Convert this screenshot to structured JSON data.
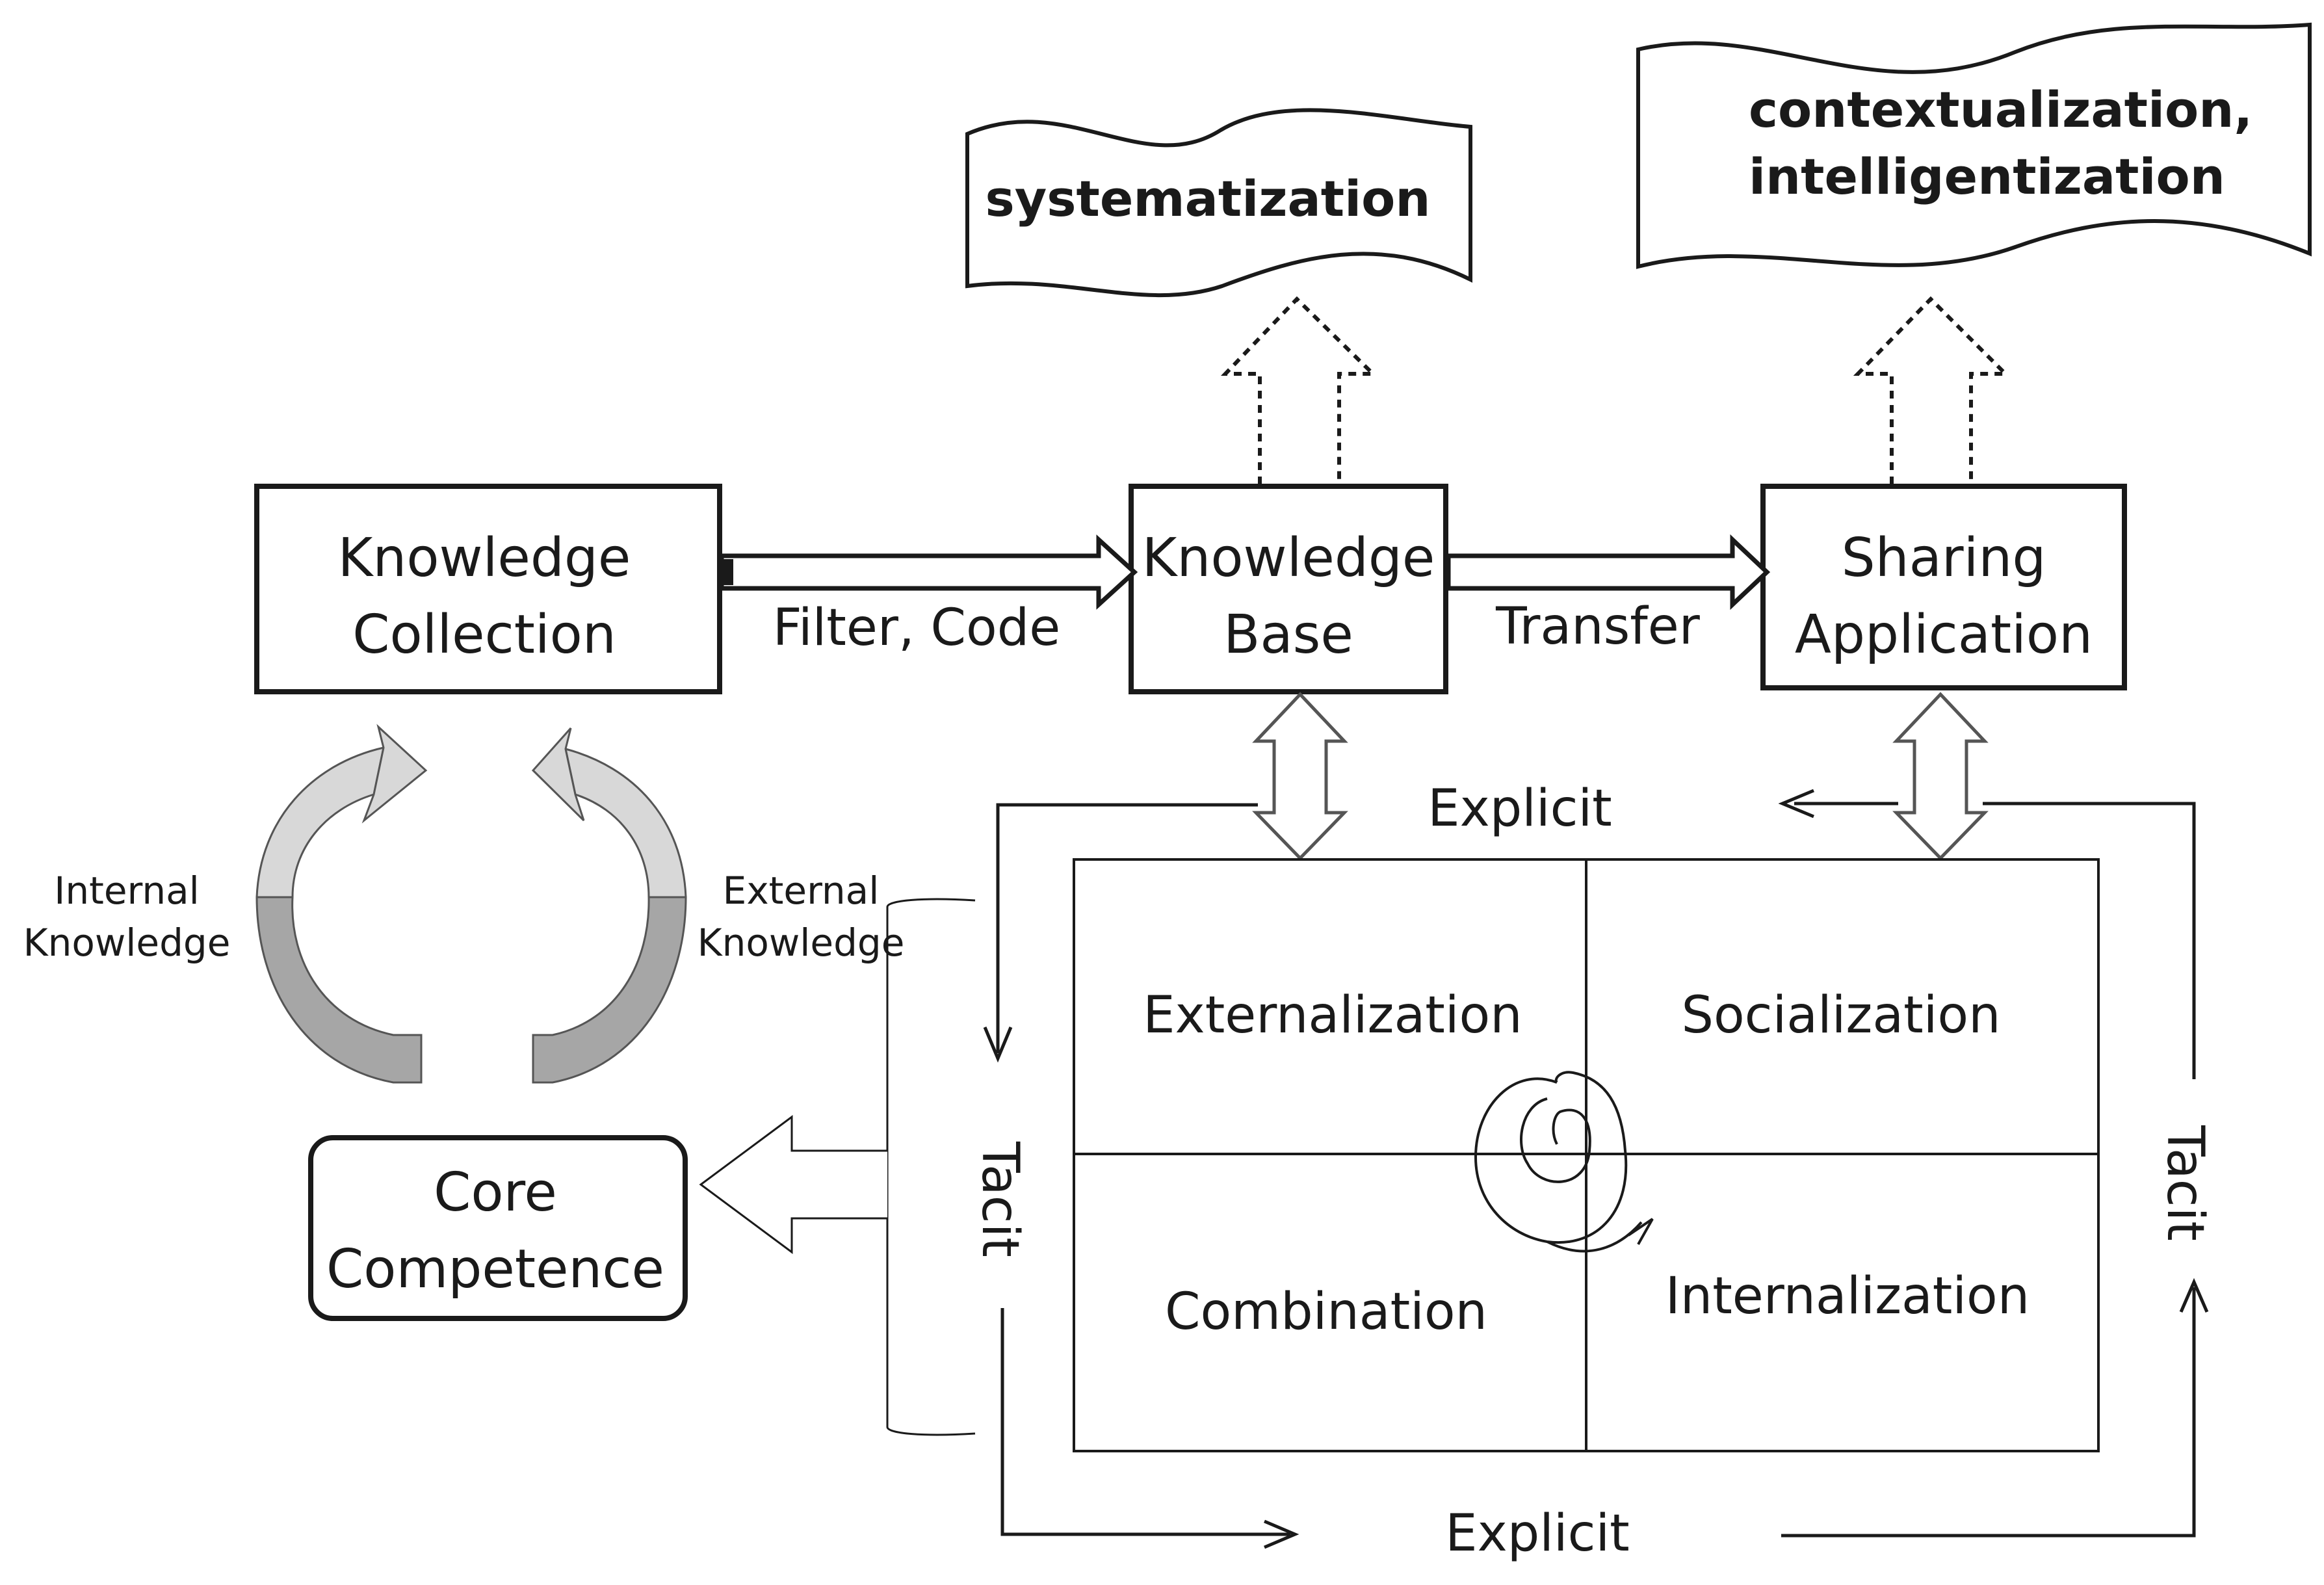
{
  "nodes": {
    "knowledge_collection": [
      "Knowledge",
      "Collection"
    ],
    "knowledge_base": [
      "Knowledge",
      "Base"
    ],
    "sharing_application": [
      "Sharing",
      "Application"
    ],
    "core_competence": [
      "Core",
      "Competence"
    ]
  },
  "banners": {
    "systematization": "systematization",
    "contextualization": [
      "contextualization,",
      "intelligentization"
    ]
  },
  "edge_labels": {
    "filter_code": "Filter, Code",
    "transfer": "Transfer"
  },
  "cycle": {
    "internal": [
      "Internal",
      "Knowledge"
    ],
    "external": [
      "External",
      "Knowledge"
    ]
  },
  "seci": {
    "top_left": "Externalization",
    "top_right": "Socialization",
    "bottom_left": "Combination",
    "bottom_right": "Internalization"
  },
  "axis_labels": {
    "explicit_top": "Explicit",
    "explicit_bottom": "Explicit",
    "tacit_left": "Tacit",
    "tacit_right": "Tacit"
  },
  "colors": {
    "stroke": "#1a1a1a",
    "cycle_fill_light": "#d8d8d8",
    "cycle_fill_dark": "#a6a6a6",
    "background": "#ffffff"
  }
}
